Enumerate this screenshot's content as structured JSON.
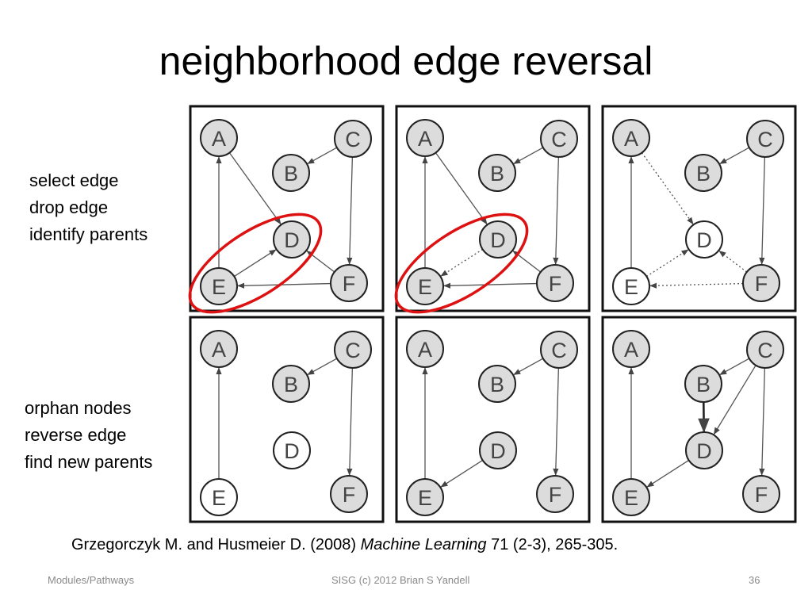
{
  "title": "neighborhood edge reversal",
  "steps_top": [
    "select edge",
    "drop edge",
    "identify parents"
  ],
  "steps_bottom": [
    "orphan nodes",
    "reverse edge",
    "find new parents"
  ],
  "citation": {
    "authors": "Grzegorczyk M. and Husmeier D. (2008) ",
    "journal": "Machine Learning",
    "details": " 71 (2-3), 265-305."
  },
  "footer": {
    "left": "Modules/Pathways",
    "center": "SISG (c) 2012 Brian S Yandell",
    "right": "36"
  },
  "colors": {
    "node_fill_gray": "#dcdcdc",
    "node_fill_white": "#ffffff",
    "edge": "#555555",
    "highlight_ellipse": "#dd1111"
  },
  "nodes": [
    "A",
    "B",
    "C",
    "D",
    "E",
    "F"
  ],
  "panels": [
    {
      "id": "top-1",
      "white_nodes": [],
      "edges": [
        [
          "E",
          "A",
          "solid"
        ],
        [
          "A",
          "D",
          "solid"
        ],
        [
          "C",
          "B",
          "solid"
        ],
        [
          "C",
          "F",
          "solid"
        ],
        [
          "F",
          "E",
          "solid"
        ],
        [
          "E",
          "D",
          "solid"
        ],
        [
          "F",
          "D",
          "solid"
        ]
      ],
      "highlight": true
    },
    {
      "id": "top-2",
      "white_nodes": [],
      "edges": [
        [
          "E",
          "A",
          "solid"
        ],
        [
          "A",
          "D",
          "solid"
        ],
        [
          "C",
          "B",
          "solid"
        ],
        [
          "C",
          "F",
          "solid"
        ],
        [
          "F",
          "E",
          "solid"
        ],
        [
          "D",
          "E",
          "dotted"
        ],
        [
          "F",
          "D",
          "solid"
        ]
      ],
      "highlight": true
    },
    {
      "id": "top-3",
      "white_nodes": [
        "D",
        "E"
      ],
      "edges": [
        [
          "E",
          "A",
          "solid"
        ],
        [
          "A",
          "D",
          "dotted"
        ],
        [
          "C",
          "B",
          "solid"
        ],
        [
          "C",
          "F",
          "solid"
        ],
        [
          "F",
          "E",
          "dotted"
        ],
        [
          "E",
          "D",
          "dotted"
        ],
        [
          "F",
          "D",
          "dotted"
        ]
      ],
      "highlight": false
    },
    {
      "id": "bottom-1",
      "white_nodes": [
        "D",
        "E"
      ],
      "edges": [
        [
          "E",
          "A",
          "solid"
        ],
        [
          "C",
          "B",
          "solid"
        ],
        [
          "C",
          "F",
          "solid"
        ]
      ],
      "highlight": false
    },
    {
      "id": "bottom-2",
      "white_nodes": [],
      "edges": [
        [
          "E",
          "A",
          "solid"
        ],
        [
          "C",
          "B",
          "solid"
        ],
        [
          "C",
          "F",
          "solid"
        ],
        [
          "D",
          "E",
          "solid"
        ]
      ],
      "highlight": false
    },
    {
      "id": "bottom-3",
      "white_nodes": [],
      "edges": [
        [
          "E",
          "A",
          "solid"
        ],
        [
          "C",
          "B",
          "solid"
        ],
        [
          "C",
          "F",
          "solid"
        ],
        [
          "D",
          "E",
          "solid"
        ],
        [
          "B",
          "D",
          "bold"
        ],
        [
          "C",
          "D",
          "solid"
        ]
      ],
      "highlight": false
    }
  ]
}
